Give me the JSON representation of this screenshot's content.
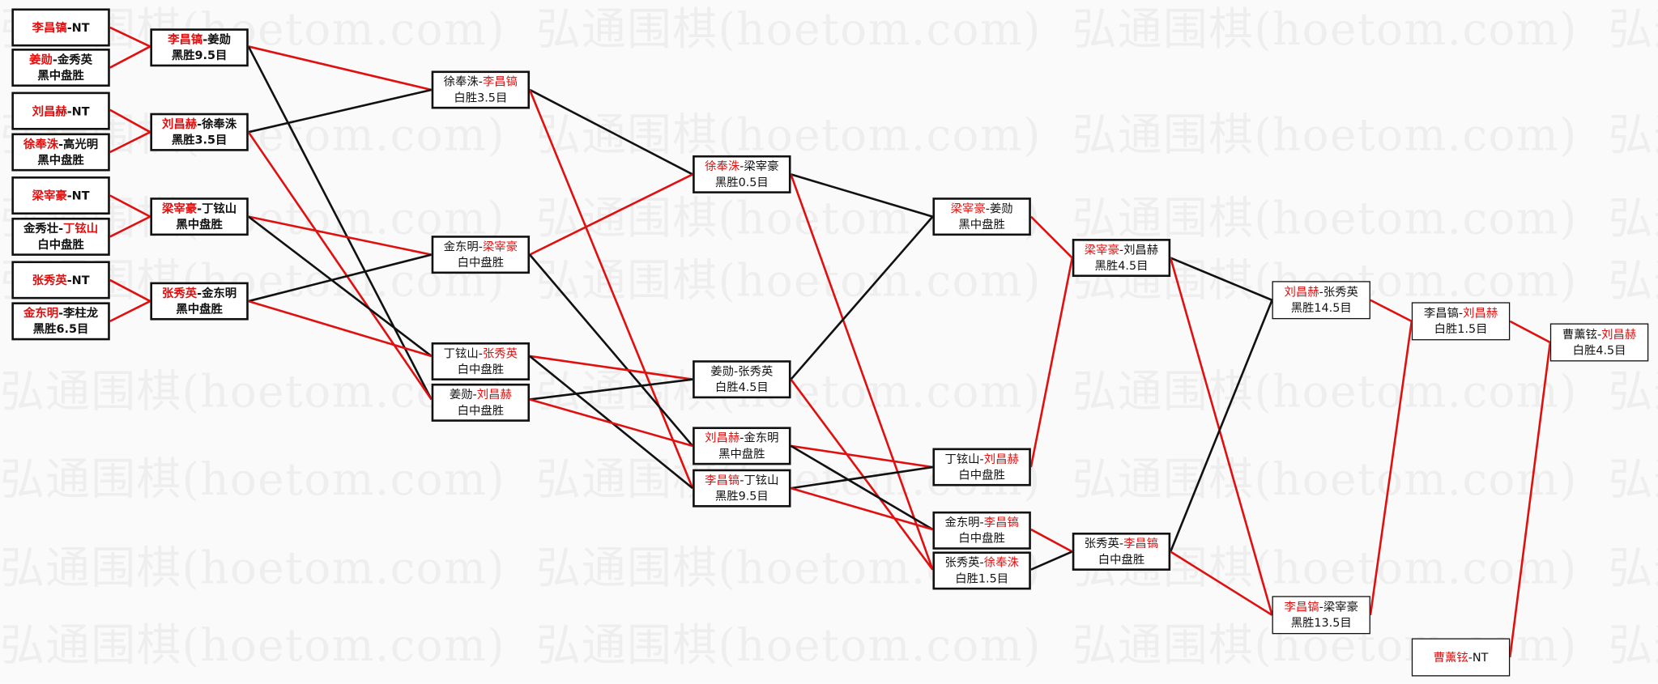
{
  "watermark": {
    "text": "弘通围棋(hoetom.com)"
  },
  "colors": {
    "red": "#e01010",
    "black": "#111111"
  },
  "boxes": {
    "r1_1": {
      "p1": "李昌镐",
      "sep": "-",
      "p2": "NT",
      "winner": 1,
      "result": ""
    },
    "r1_2": {
      "p1": "姜勋",
      "sep": "-",
      "p2": "金秀英",
      "winner": 1,
      "result": "黑中盘胜"
    },
    "r1_3": {
      "p1": "刘昌赫",
      "sep": "-",
      "p2": "NT",
      "winner": 1,
      "result": ""
    },
    "r1_4": {
      "p1": "徐奉洙",
      "sep": "-",
      "p2": "高光明",
      "winner": 1,
      "result": "黑中盘胜"
    },
    "r1_5": {
      "p1": "梁宰豪",
      "sep": "-",
      "p2": "NT",
      "winner": 1,
      "result": ""
    },
    "r1_6": {
      "p1": "金秀壮",
      "sep": "-",
      "p2": "丁铉山",
      "winner": 2,
      "result": "白中盘胜"
    },
    "r1_7": {
      "p1": "张秀英",
      "sep": "-",
      "p2": "NT",
      "winner": 1,
      "result": ""
    },
    "r1_8": {
      "p1": "金东明",
      "sep": "-",
      "p2": "李柱龙",
      "winner": 1,
      "result": "黑胜6.5目"
    },
    "r2_1": {
      "p1": "李昌镐",
      "sep": "-",
      "p2": "姜勋",
      "winner": 1,
      "result": "黑胜9.5目"
    },
    "r2_2": {
      "p1": "刘昌赫",
      "sep": "-",
      "p2": "徐奉洙",
      "winner": 1,
      "result": "黑胜3.5目"
    },
    "r2_3": {
      "p1": "梁宰豪",
      "sep": "-",
      "p2": "丁铉山",
      "winner": 1,
      "result": "黑中盘胜"
    },
    "r2_4": {
      "p1": "张秀英",
      "sep": "-",
      "p2": "金东明",
      "winner": 1,
      "result": "黑中盘胜"
    },
    "r3_1": {
      "p1": "徐奉洙",
      "sep": "-",
      "p2": "李昌镐",
      "winner": 2,
      "result": "白胜3.5目"
    },
    "r3_2": {
      "p1": "金东明",
      "sep": "-",
      "p2": "梁宰豪",
      "winner": 2,
      "result": "白中盘胜"
    },
    "r3_3": {
      "p1": "丁铉山",
      "sep": "-",
      "p2": "张秀英",
      "winner": 2,
      "result": "白中盘胜"
    },
    "r3_4": {
      "p1": "姜勋",
      "sep": "-",
      "p2": "刘昌赫",
      "winner": 2,
      "result": "白中盘胜"
    },
    "r4_1": {
      "p1": "徐奉洙",
      "sep": "-",
      "p2": "梁宰豪",
      "winner": 1,
      "result": "黑胜0.5目"
    },
    "r4_2": {
      "p1": "姜勋",
      "sep": "-",
      "p2": "张秀英",
      "winner": 0,
      "result": "白胜4.5目"
    },
    "r4_3": {
      "p1": "刘昌赫",
      "sep": "-",
      "p2": "金东明",
      "winner": 1,
      "result": "黑中盘胜"
    },
    "r4_4": {
      "p1": "李昌镐",
      "sep": "-",
      "p2": "丁铉山",
      "winner": 1,
      "result": "黑胜9.5目"
    },
    "r5_1": {
      "p1": "梁宰豪",
      "sep": "-",
      "p2": "姜勋",
      "winner": 1,
      "result": "黑中盘胜"
    },
    "r5_2": {
      "p1": "丁铉山",
      "sep": "-",
      "p2": "刘昌赫",
      "winner": 2,
      "result": "白中盘胜"
    },
    "r5_3": {
      "p1": "金东明",
      "sep": "-",
      "p2": "李昌镐",
      "winner": 2,
      "result": "白中盘胜"
    },
    "r5_4": {
      "p1": "张秀英",
      "sep": "-",
      "p2": "徐奉洙",
      "winner": 2,
      "result": "白胜1.5目"
    },
    "r6_1": {
      "p1": "梁宰豪",
      "sep": "-",
      "p2": "刘昌赫",
      "winner": 1,
      "result": "黑胜4.5目"
    },
    "r6_2": {
      "p1": "张秀英",
      "sep": "-",
      "p2": "李昌镐",
      "winner": 2,
      "result": "白中盘胜"
    },
    "r7_1": {
      "p1": "刘昌赫",
      "sep": "-",
      "p2": "张秀英",
      "winner": 1,
      "result": "黑胜14.5目"
    },
    "r7_2": {
      "p1": "李昌镐",
      "sep": "-",
      "p2": "梁宰豪",
      "winner": 1,
      "result": "黑胜13.5目"
    },
    "r8_1": {
      "p1": "李昌镐",
      "sep": "-",
      "p2": "刘昌赫",
      "winner": 2,
      "result": "白胜1.5目"
    },
    "r8_2": {
      "p1": "曹薰铉",
      "sep": "-",
      "p2": "NT",
      "winner": 1,
      "result": ""
    },
    "r9_1": {
      "p1": "曹薰铉",
      "sep": "-",
      "p2": "刘昌赫",
      "winner": 2,
      "result": "白胜4.5目"
    }
  }
}
